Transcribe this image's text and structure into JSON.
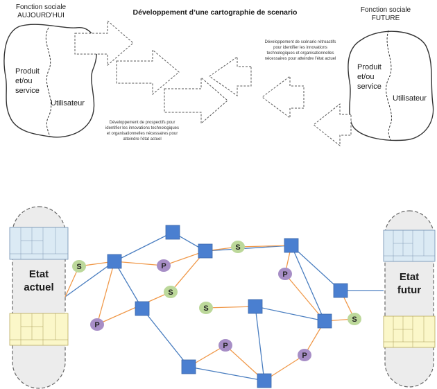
{
  "top": {
    "title": "Développement d’une cartographie de scenario",
    "left_title": [
      "Fonction sociale",
      "AUJOURD’HUI"
    ],
    "right_title": [
      "Fonction sociale",
      "FUTURE"
    ],
    "left_blob": {
      "produit": [
        "Produit",
        "et/ou",
        "service"
      ],
      "utilisateur": "Utilisateur"
    },
    "right_blob": {
      "produit": [
        "Produit",
        "et/ou",
        "service"
      ],
      "utilisateur": "Utilisateur"
    },
    "prospective_text": [
      "Développement de prospectifs pour",
      "identifier  les innovations technologiques",
      "et organisationnelles nécessaires pour",
      "atteindre l’état actuel"
    ],
    "retro_text": [
      "Développement de scénario rétroactifs",
      "pour identifier  les innovations",
      "technologiques et organisationnelles",
      "nécessaires pour atteindre l’état actuel"
    ]
  },
  "bottom": {
    "left_state": [
      "Etat",
      "actuel"
    ],
    "right_state": [
      "Etat",
      "futur"
    ],
    "colors": {
      "blue_node": "#4a7fd0",
      "s_node": "#bcd89a",
      "p_node": "#a78ec6",
      "blue_edge": "#4a7ec0",
      "orange_edge": "#f0994a"
    },
    "nodes": [
      {
        "id": "S1",
        "letter": "S"
      },
      {
        "id": "S2",
        "letter": "S"
      },
      {
        "id": "S3",
        "letter": "S"
      },
      {
        "id": "S4",
        "letter": "S"
      },
      {
        "id": "S5",
        "letter": "S"
      },
      {
        "id": "P1",
        "letter": "P"
      },
      {
        "id": "P2",
        "letter": "P"
      },
      {
        "id": "P3",
        "letter": "P"
      },
      {
        "id": "P4",
        "letter": "P"
      },
      {
        "id": "P5",
        "letter": "P"
      }
    ]
  }
}
